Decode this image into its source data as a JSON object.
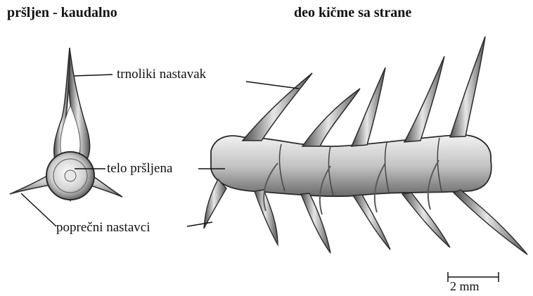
{
  "titles": {
    "left": "pršljen - kaudalno",
    "right": "deo kičme sa strane"
  },
  "labels": {
    "spinous_process": "trnoliki nastavak",
    "vertebral_body": "telo pršljena",
    "transverse_processes": "poprečni nastavci"
  },
  "scale_bar": {
    "label": "2 mm"
  },
  "colors": {
    "bone_light": "#e8e8e8",
    "bone_mid": "#a8a8a8",
    "bone_dark": "#3a3a3a",
    "line": "#111111"
  }
}
